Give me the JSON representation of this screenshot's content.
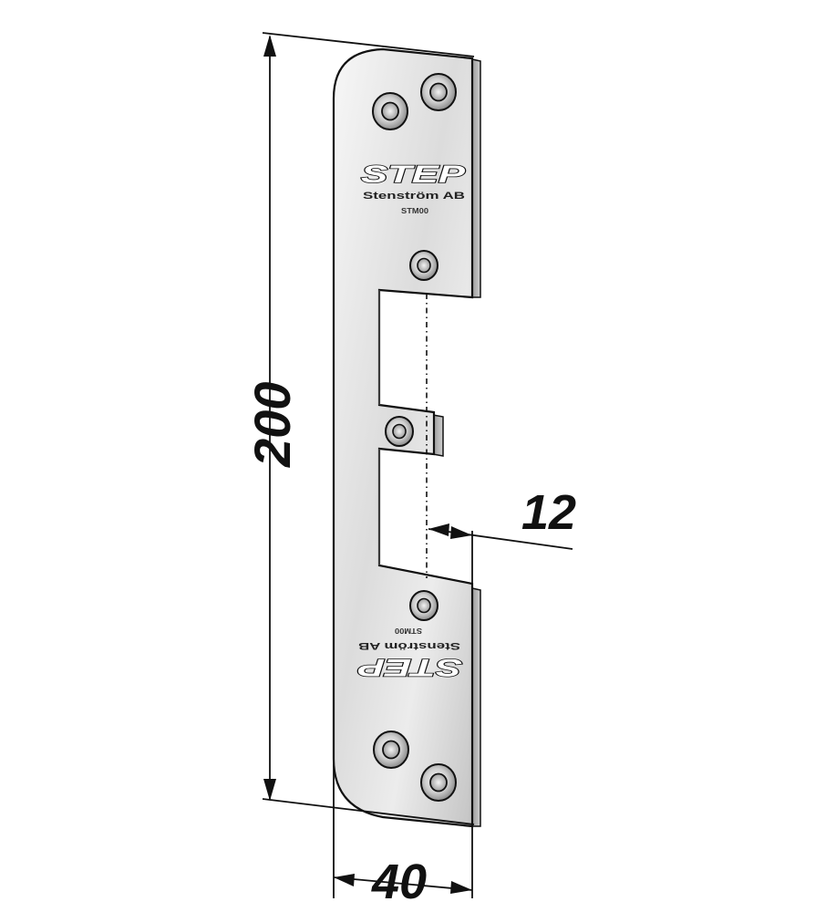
{
  "dimensions": {
    "height_label": "200",
    "width_label": "40",
    "offset_label": "12"
  },
  "markings": {
    "brand": "STEP",
    "maker": "Stenström AB",
    "model": "STM00"
  },
  "colors": {
    "line": "#111111",
    "plate_light": "#f2f2f2",
    "plate_mid": "#d6d6d6",
    "plate_dark": "#a8a8a8"
  },
  "icons": {
    "screw_hole": "countersunk-hole-icon"
  }
}
